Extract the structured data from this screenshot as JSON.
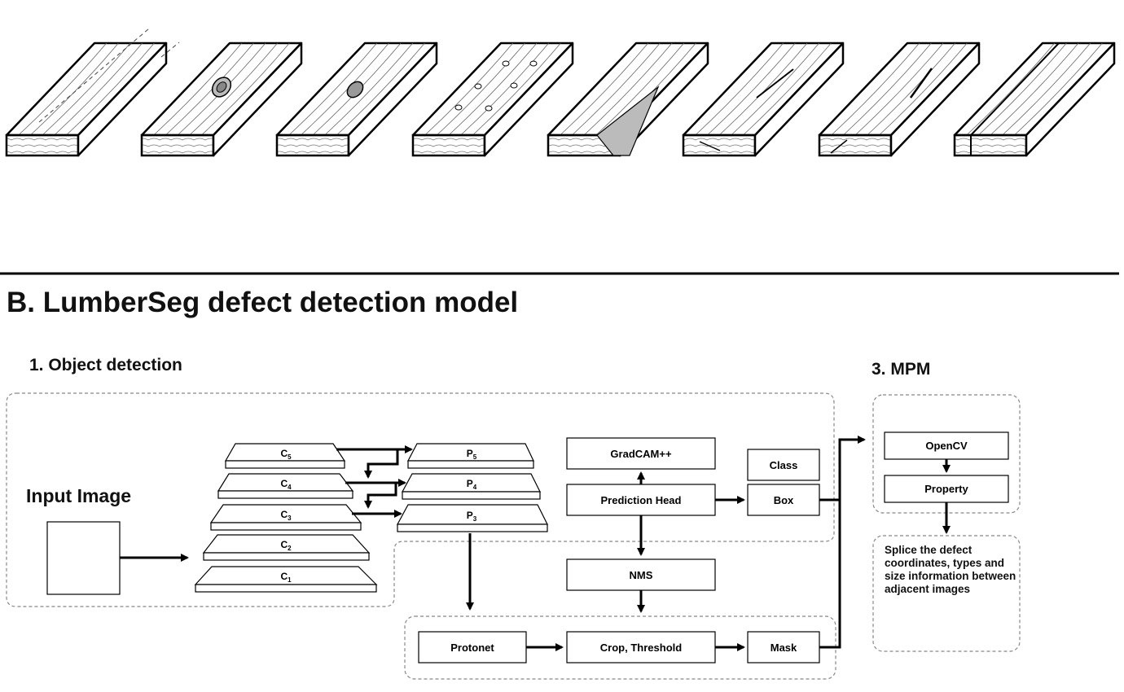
{
  "section_b": {
    "title": "B. LumberSeg defect detection model",
    "object_detection_label": "1. Object detection",
    "mpm_label": "3. MPM",
    "input_image_label": "Input Image"
  },
  "backbone": [
    {
      "base": "C",
      "sub": "5"
    },
    {
      "base": "C",
      "sub": "4"
    },
    {
      "base": "C",
      "sub": "3"
    },
    {
      "base": "C",
      "sub": "2"
    },
    {
      "base": "C",
      "sub": "1"
    }
  ],
  "fpn": [
    {
      "base": "P",
      "sub": "5"
    },
    {
      "base": "P",
      "sub": "4"
    },
    {
      "base": "P",
      "sub": "3"
    }
  ],
  "boxes": {
    "gradcam": "GradCAM++",
    "prediction_head": "Prediction Head",
    "class": "Class",
    "box": "Box",
    "nms": "NMS",
    "protonet": "Protonet",
    "crop_threshold": "Crop, Threshold",
    "mask": "Mask",
    "opencv": "OpenCV",
    "property": "Property"
  },
  "splice_text": "Splice the defect coordinates, types and size information between adjacent images"
}
